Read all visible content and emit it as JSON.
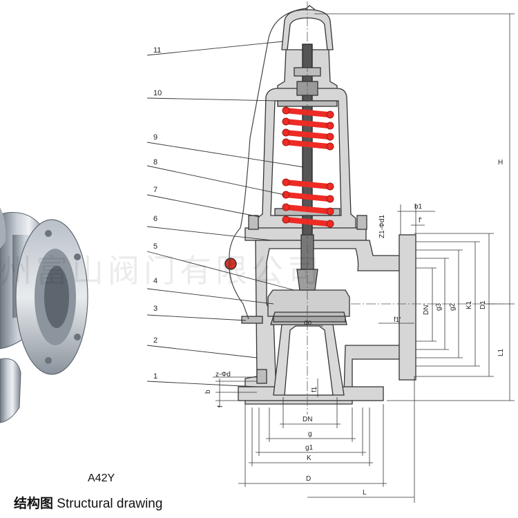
{
  "model": "A42Y",
  "caption": {
    "cn": "结构图",
    "en": "Structural drawing"
  },
  "watermark": "州富山阀门有限公司",
  "part_numbers": [
    "1",
    "2",
    "3",
    "4",
    "5",
    "6",
    "7",
    "8",
    "9",
    "10",
    "11"
  ],
  "dimension_labels": {
    "H": "H",
    "L1": "L1",
    "L": "L",
    "D": "D",
    "K": "K",
    "g1": "g1",
    "g": "g",
    "DN": "DN",
    "do": "do",
    "f1": "f1",
    "b": "b",
    "f": "f",
    "z_phi_d": "z-Φd",
    "z1_phi_d1": "Z1-Φd1",
    "b1": "b1",
    "f_prime": "f'",
    "f1_prime": "f1'",
    "DN_prime": "DN'",
    "g3": "g3",
    "g2": "g2",
    "K1": "K1",
    "D1": "D1"
  },
  "colors": {
    "spring": "#ee2b24",
    "body_fill": "#d6d6d6",
    "line": "#333333",
    "photo_metal": "#9aa3ad"
  }
}
